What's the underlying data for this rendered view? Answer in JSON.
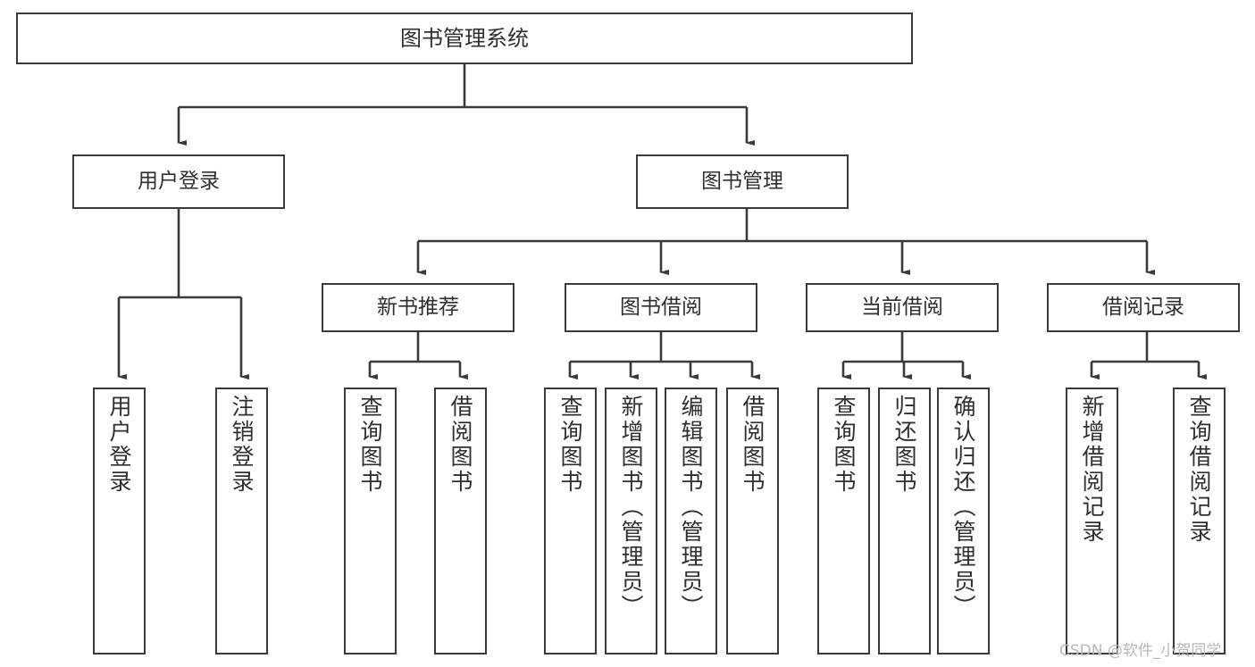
{
  "diagram": {
    "type": "tree",
    "title": "图书管理系统",
    "root": {
      "label": "图书管理系统"
    },
    "level2": [
      {
        "label": "用户登录"
      },
      {
        "label": "图书管理"
      }
    ],
    "level3": [
      {
        "label": "新书推荐"
      },
      {
        "label": "图书借阅"
      },
      {
        "label": "当前借阅"
      },
      {
        "label": "借阅记录"
      }
    ],
    "leaves": {
      "user_login": [
        {
          "label": "用户登录"
        },
        {
          "label": "注销登录"
        }
      ],
      "new_book_recommend": [
        {
          "label": "查询图书"
        },
        {
          "label": "借阅图书"
        }
      ],
      "book_borrow": [
        {
          "label": "查询图书"
        },
        {
          "label": "新增图书（管理员）"
        },
        {
          "label": "编辑图书（管理员）"
        },
        {
          "label": "借阅图书"
        }
      ],
      "current_borrow": [
        {
          "label": "查询图书"
        },
        {
          "label": "归还图书"
        },
        {
          "label": "确认归还（管理员）"
        }
      ],
      "borrow_record": [
        {
          "label": "新增借阅记录"
        },
        {
          "label": "查询借阅记录"
        }
      ]
    }
  },
  "watermark": {
    "text": "CSDN @软件_小贺同学"
  },
  "colors": {
    "box_border": "#3a3a3a",
    "text": "#2f2f2f",
    "line": "#3a3a3a",
    "background": "#ffffff",
    "watermark": "#b9b9b9"
  }
}
